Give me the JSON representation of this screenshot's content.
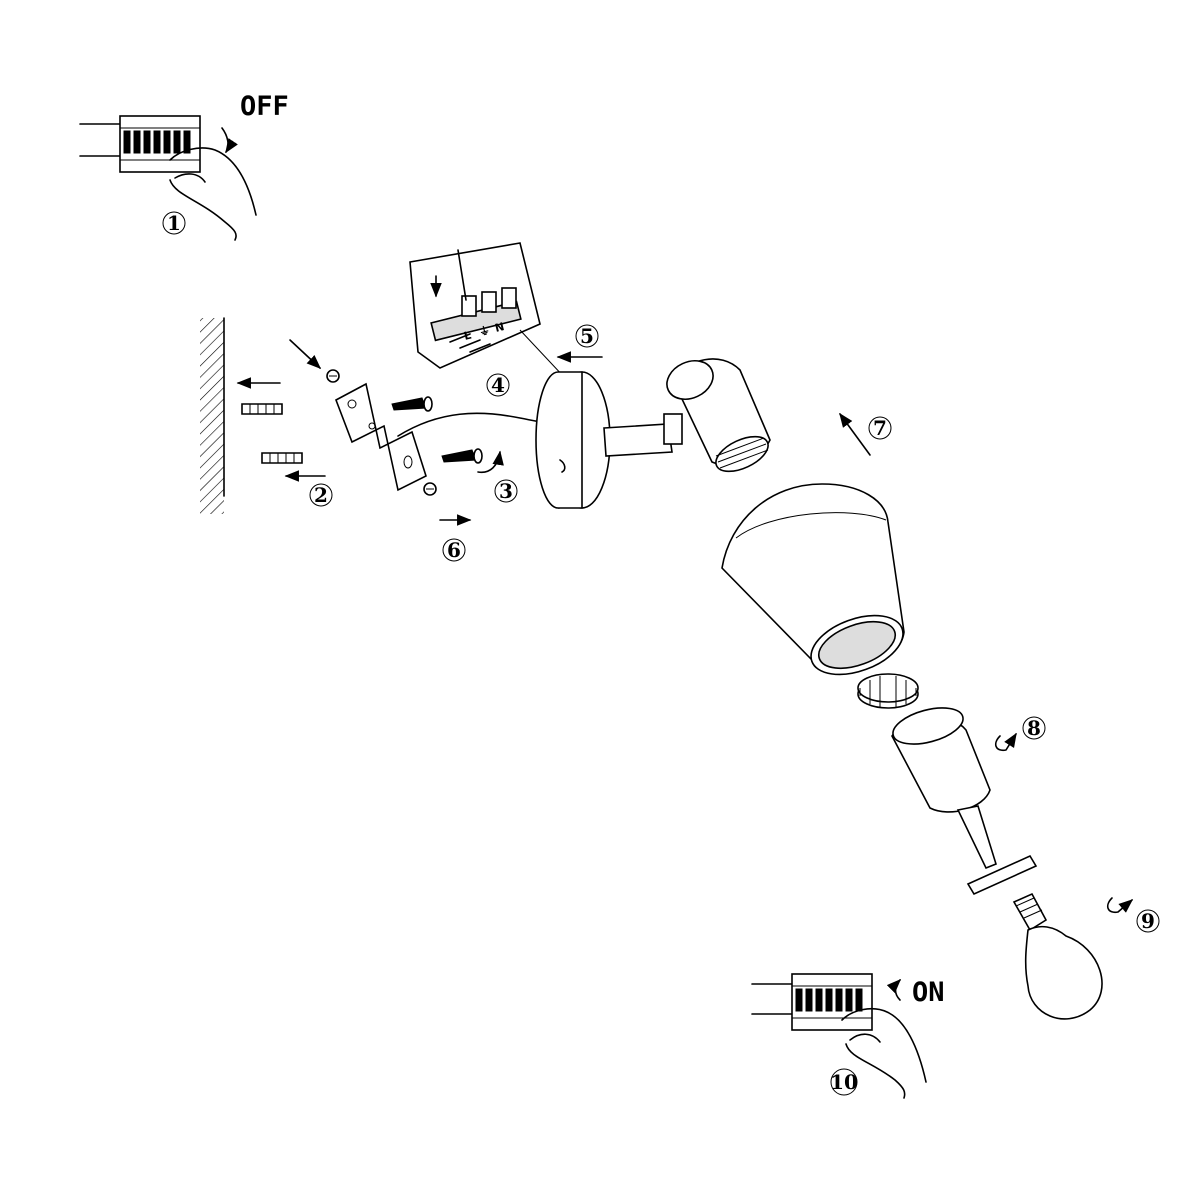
{
  "labels": {
    "off": "OFF",
    "on": "ON"
  },
  "terminal_labels": [
    "L",
    "⏚",
    "N"
  ],
  "steps": [
    "1",
    "2",
    "3",
    "4",
    "5",
    "6",
    "7",
    "8",
    "9",
    "10"
  ]
}
